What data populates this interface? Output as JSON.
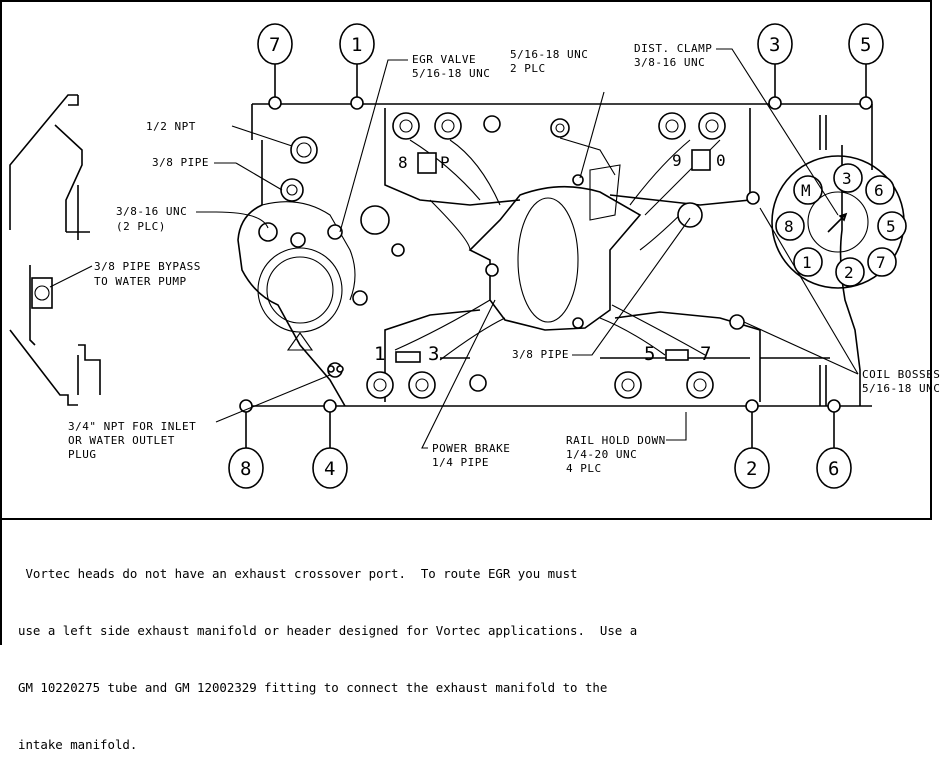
{
  "callouts": {
    "top_left_7": "7",
    "top_left_1": "1",
    "top_right_3": "3",
    "top_right_5": "5",
    "bottom_8": "8",
    "bottom_4": "4",
    "bottom_2": "2",
    "bottom_6": "6"
  },
  "port_labels": {
    "upper_left": "8",
    "upper_left_b": "P",
    "upper_right": "9",
    "upper_right_b": "0",
    "lower_left_a": "1",
    "lower_left_b": "3",
    "lower_right_a": "5",
    "lower_right_b": "7"
  },
  "firing_order": {
    "m": "M",
    "n3": "3",
    "n6": "6",
    "n8": "8",
    "n5": "5",
    "n1": "1",
    "n2": "2",
    "n7": "7"
  },
  "labels": {
    "egr_valve_1": "EGR VALVE",
    "egr_valve_2": "5/16-18 UNC",
    "stud_1": "5/16-18 UNC",
    "stud_2": "2 PLC",
    "dist_clamp_1": "DIST. CLAMP",
    "dist_clamp_2": "3/8-16 UNC",
    "npt": "1/2 NPT",
    "pipe_left": "3/8 PIPE",
    "unc_2plc_1": "3/8-16 UNC",
    "unc_2plc_2": "(2 PLC)",
    "bypass_1": "3/8 PIPE BYPASS",
    "bypass_2": "TO WATER PUMP",
    "pipe_bottom": "3/8 PIPE",
    "coil_1": "COIL BOSSES",
    "coil_2": "5/16-18 UNC",
    "manifold_1": "3/4\" NPT FOR INLET",
    "manifold_2": "OR WATER OUTLET",
    "manifold_3": "PLUG",
    "power_brake_1": "POWER BRAKE",
    "power_brake_2": "1/4 PIPE",
    "rail_1": "RAIL HOLD DOWN",
    "rail_2": "1/4-20 UNC",
    "rail_3": "4 PLC"
  },
  "note_lines": [
    " Vortec heads do not have an exhaust crossover port.  To route EGR you must",
    "use a left side exhaust manifold or header designed for Vortec applications.  Use a",
    "GM 10220275 tube and GM 12002329 fitting to connect the exhaust manifold to the",
    "intake manifold."
  ]
}
